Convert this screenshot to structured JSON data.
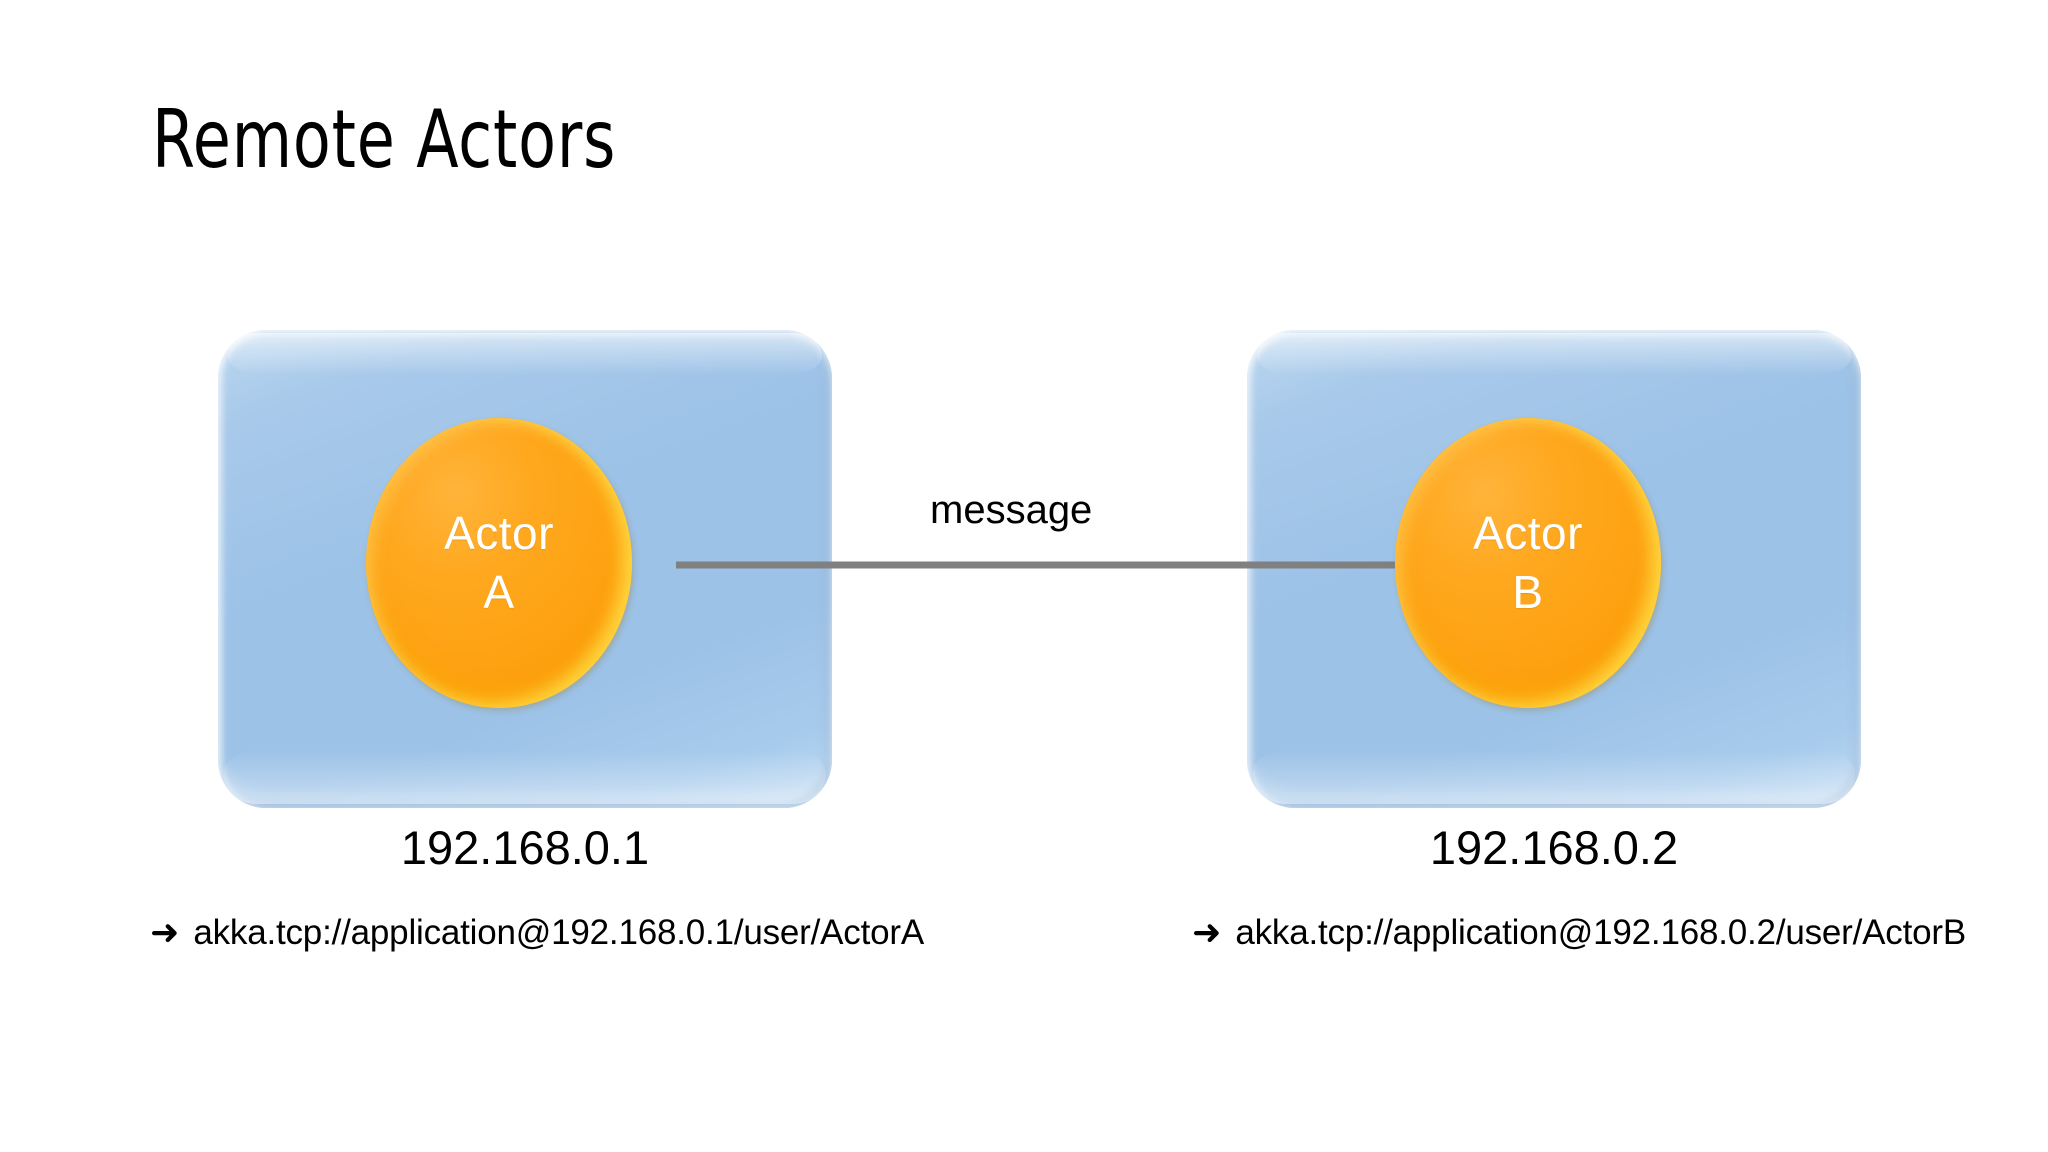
{
  "slide": {
    "title": "Remote Actors",
    "background_color": "#ffffff"
  },
  "colors": {
    "host_box_blue": "#9DC3E6",
    "actor_orange": "#FFA01A",
    "arrow_gray": "#808080",
    "text_black": "#000000",
    "actor_text_white": "#FFFFFF"
  },
  "nodes": [
    {
      "id": "node-a",
      "actor_name_line1": "Actor",
      "actor_name_line2": "A",
      "ip": "192.168.0.1",
      "path_bullet": "➜",
      "path": "akka.tcp://application@192.168.0.1/user/ActorA"
    },
    {
      "id": "node-b",
      "actor_name_line1": "Actor",
      "actor_name_line2": "B",
      "ip": "192.168.0.2",
      "path_bullet": "➜",
      "path": "akka.tcp://application@192.168.0.2/user/ActorB"
    }
  ],
  "connection": {
    "label": "message",
    "direction": "left-to-right",
    "from": "Actor A",
    "to": "Actor B"
  }
}
